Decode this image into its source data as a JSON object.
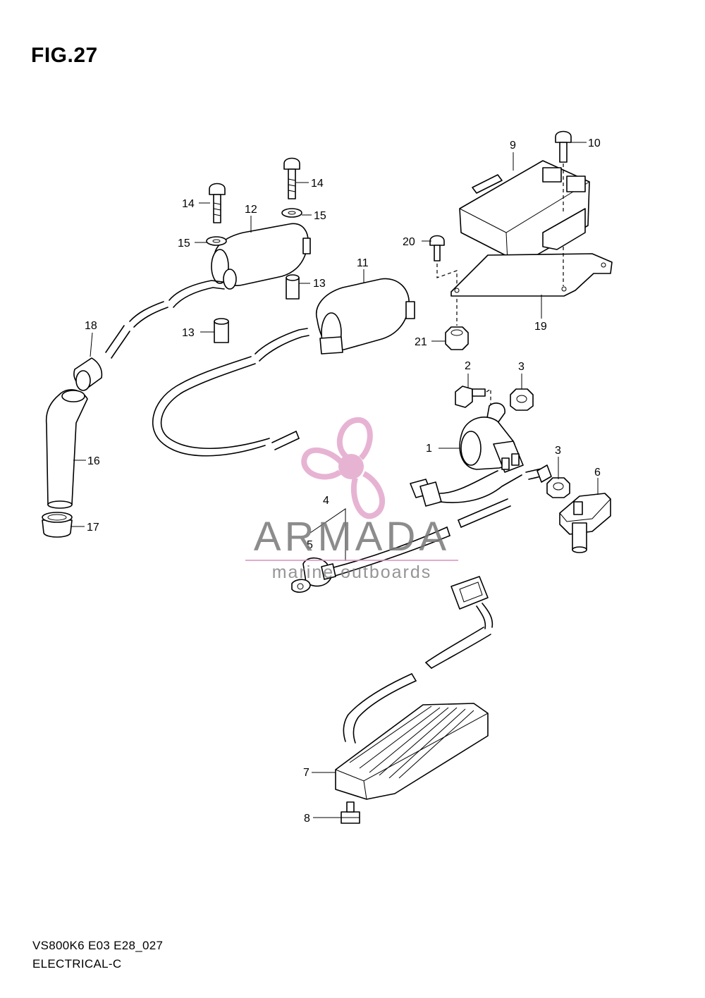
{
  "figure": {
    "title": "FIG.27",
    "model_code": "VS800K6 E03 E28_027",
    "section": "ELECTRICAL-C"
  },
  "watermark": {
    "brand": "ARMADA",
    "tagline": "marine outboards",
    "logo_color": "#e3a6cc"
  },
  "callouts": [
    {
      "id": "c1",
      "label": "1"
    },
    {
      "id": "c2",
      "label": "2"
    },
    {
      "id": "c3a",
      "label": "3"
    },
    {
      "id": "c3b",
      "label": "3"
    },
    {
      "id": "c4",
      "label": "4"
    },
    {
      "id": "c5",
      "label": "5"
    },
    {
      "id": "c6",
      "label": "6"
    },
    {
      "id": "c7",
      "label": "7"
    },
    {
      "id": "c8",
      "label": "8"
    },
    {
      "id": "c9",
      "label": "9"
    },
    {
      "id": "c10",
      "label": "10"
    },
    {
      "id": "c11",
      "label": "11"
    },
    {
      "id": "c12",
      "label": "12"
    },
    {
      "id": "c13a",
      "label": "13"
    },
    {
      "id": "c13b",
      "label": "13"
    },
    {
      "id": "c14a",
      "label": "14"
    },
    {
      "id": "c14b",
      "label": "14"
    },
    {
      "id": "c15a",
      "label": "15"
    },
    {
      "id": "c15b",
      "label": "15"
    },
    {
      "id": "c16",
      "label": "16"
    },
    {
      "id": "c17",
      "label": "17"
    },
    {
      "id": "c18",
      "label": "18"
    },
    {
      "id": "c19",
      "label": "19"
    },
    {
      "id": "c20",
      "label": "20"
    },
    {
      "id": "c21",
      "label": "21"
    }
  ]
}
